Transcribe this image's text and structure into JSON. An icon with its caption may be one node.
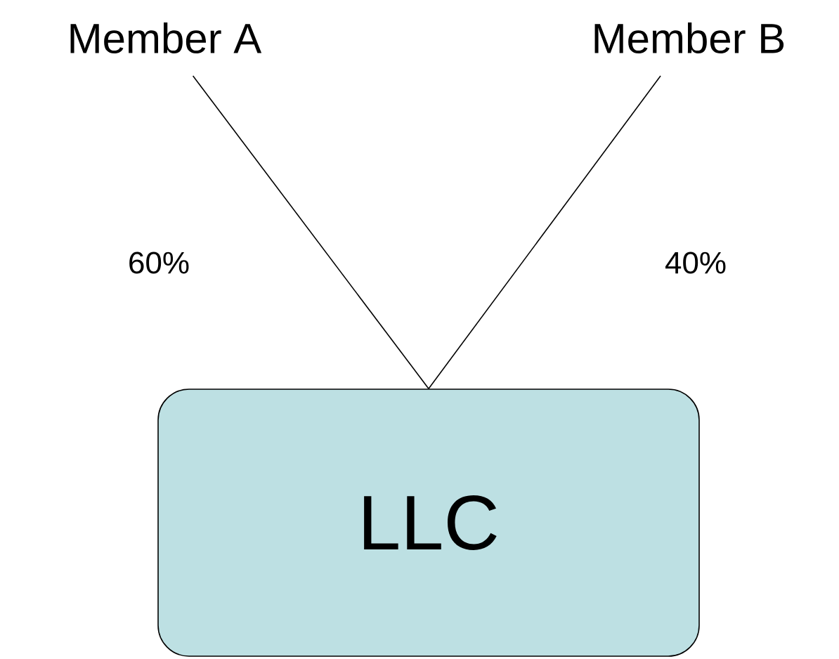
{
  "diagram": {
    "nodes": [
      {
        "text": [
          "Member A"
        ]
      },
      {
        "text": [
          "Member B"
        ]
      },
      {
        "text": [
          "LLC"
        ]
      }
    ],
    "edges": [
      {
        "from": 0,
        "to": 2,
        "arrow": "none",
        "label": "60%"
      },
      {
        "from": 1,
        "to": 2,
        "arrow": "none",
        "label": "40%"
      }
    ]
  }
}
